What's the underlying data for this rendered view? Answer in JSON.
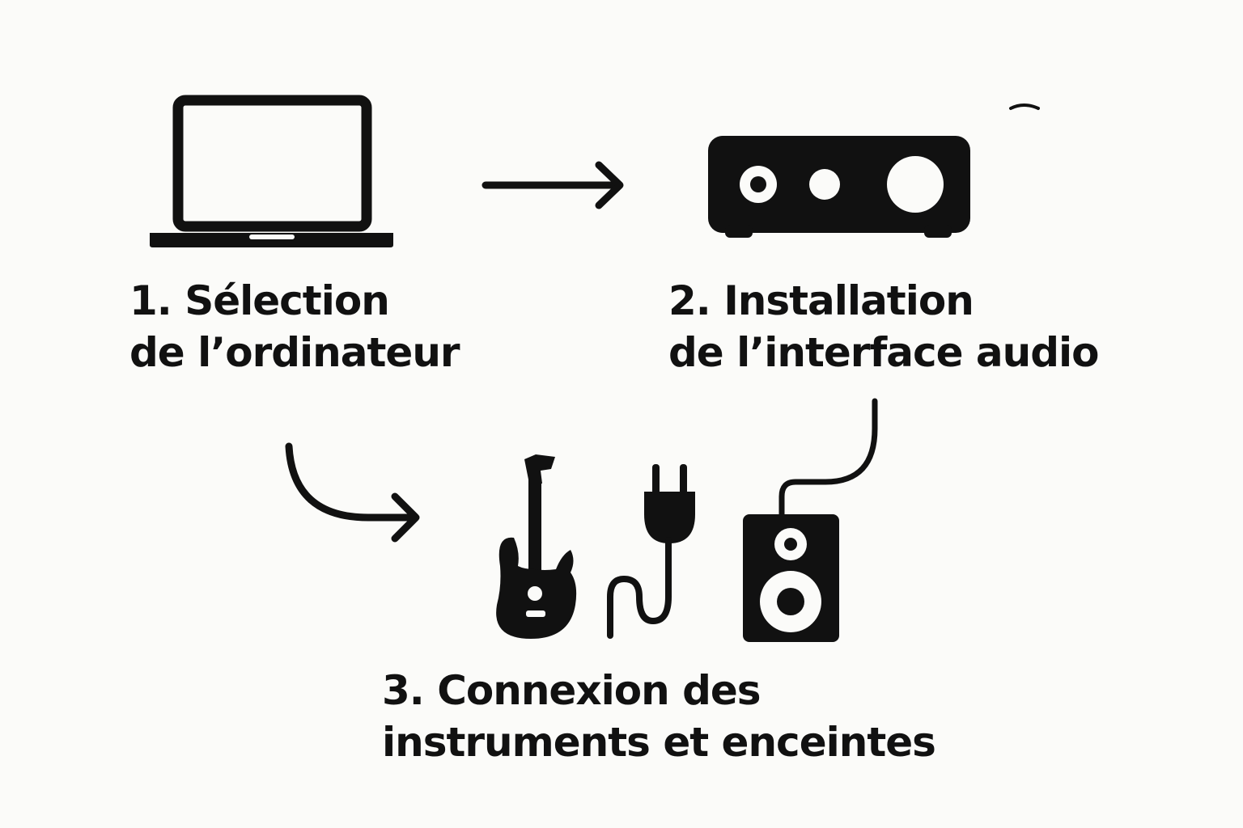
{
  "steps": [
    {
      "line1": "1. Sélection",
      "line2": "de l’ordinateur",
      "icons": [
        "laptop-icon"
      ]
    },
    {
      "line1": "2. Installation",
      "line2": "de l’interface audio",
      "icons": [
        "audio-interface-icon"
      ]
    },
    {
      "line1": "3. Connexion des",
      "line2": "instruments et enceintes",
      "icons": [
        "guitar-icon",
        "power-plug-icon",
        "speaker-icon"
      ]
    }
  ],
  "colors": {
    "ink": "#111111",
    "background": "#fbfbf9"
  }
}
